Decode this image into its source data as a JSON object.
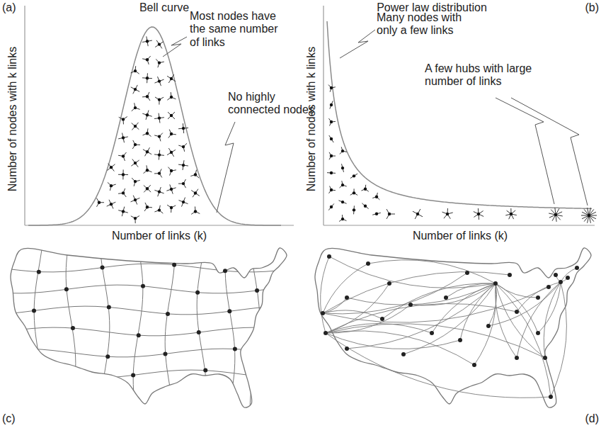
{
  "diagram": {
    "labels": [
      "(a)",
      "Bell curve",
      "Power law distribution",
      "(b)",
      "Number of nodes with k links",
      "Most nodes have the same number of links",
      "No highly connected nodes",
      "Many nodes with only a few links",
      "A few hubs with large number of links",
      "Number of nodes with k links",
      "Number of links (k)",
      "Number of links (k)",
      "(c)",
      "(d)"
    ]
  }
}
